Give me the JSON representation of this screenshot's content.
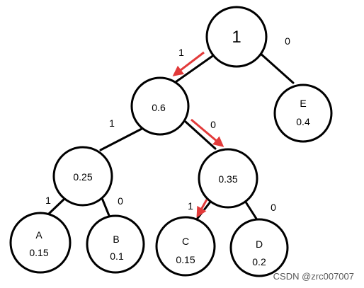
{
  "nodes": {
    "root": {
      "value": "1"
    },
    "n06": {
      "value": "0.6"
    },
    "E": {
      "label": "E",
      "value": "0.4"
    },
    "n025": {
      "value": "0.25"
    },
    "n035": {
      "value": "0.35"
    },
    "A": {
      "label": "A",
      "value": "0.15"
    },
    "B": {
      "label": "B",
      "value": "0.1"
    },
    "C": {
      "label": "C",
      "value": "0.15"
    },
    "D": {
      "label": "D",
      "value": "0.2"
    }
  },
  "edge_labels": {
    "root_n06": "1",
    "root_E": "0",
    "n06_n025": "1",
    "n06_n035": "0",
    "n025_A": "1",
    "n025_B": "0",
    "n035_C": "1",
    "n035_D": "0"
  },
  "highlight_path": [
    "root",
    "n06",
    "n035",
    "C"
  ],
  "colors": {
    "highlight": "#e23a3a",
    "stroke": "#000000",
    "watermark": "#5a5a5a"
  },
  "watermark": "CSDN @zrc007007"
}
